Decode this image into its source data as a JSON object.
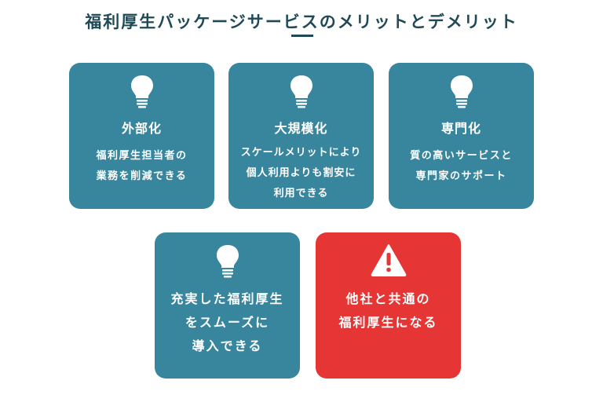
{
  "title": "福利厚生パッケージサービスのメリットとデメリット",
  "colors": {
    "merit": "#38869d",
    "demerit": "#e53535",
    "title": "#1f4a55"
  },
  "cards": [
    {
      "type": "merit",
      "icon": "lightbulb-icon",
      "heading": "外部化",
      "lines": [
        "福利厚生担当者の",
        "業務を削減できる"
      ]
    },
    {
      "type": "merit",
      "icon": "lightbulb-icon",
      "heading": "大規模化",
      "lines": [
        "スケールメリットにより",
        "個人利用よりも割安に",
        "利用できる"
      ]
    },
    {
      "type": "merit",
      "icon": "lightbulb-icon",
      "heading": "専門化",
      "lines": [
        "質の高いサービスと",
        "専門家のサポート"
      ]
    },
    {
      "type": "merit",
      "icon": "lightbulb-icon",
      "lines": [
        "充実した福利厚生",
        "をスムーズに",
        "導入できる"
      ]
    },
    {
      "type": "demerit",
      "icon": "warning-icon",
      "lines": [
        "他社と共通の",
        "福利厚生になる"
      ]
    }
  ]
}
